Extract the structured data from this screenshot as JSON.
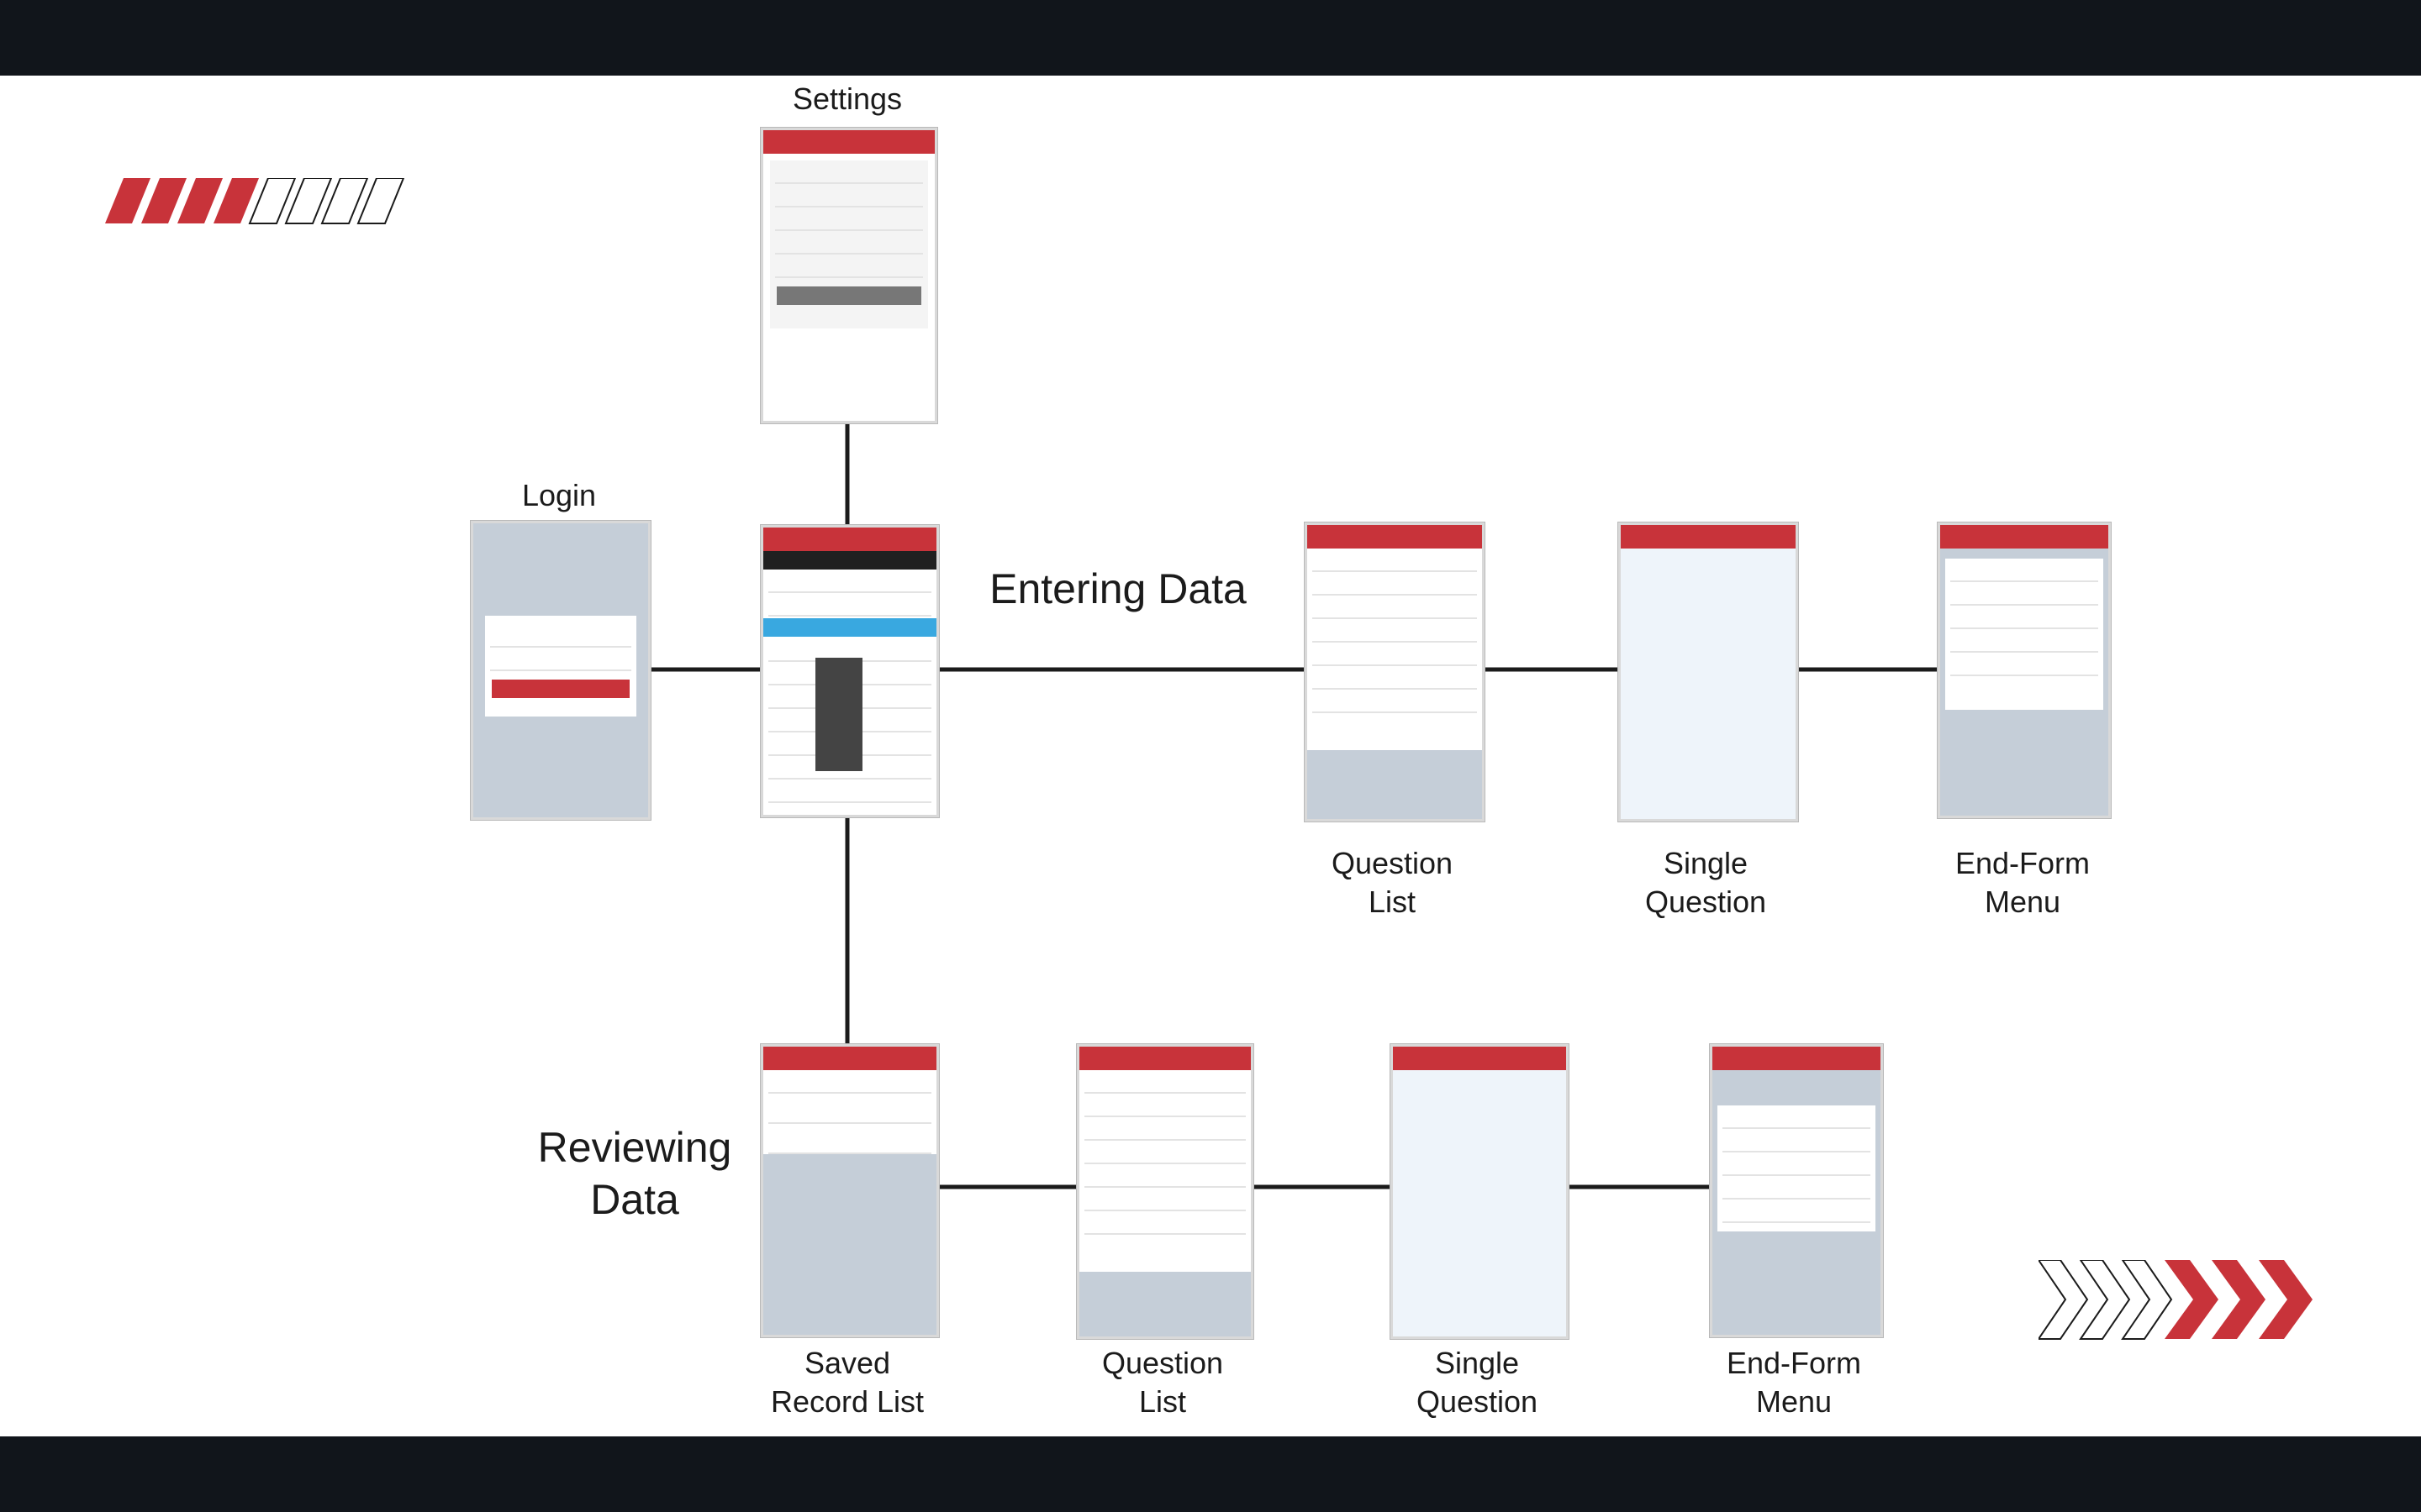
{
  "diagram": {
    "headings": {
      "entering": "Entering Data",
      "reviewing": "Reviewing Data"
    },
    "screens": [
      {
        "id": "settings",
        "label": "Settings"
      },
      {
        "id": "login",
        "label": "Login"
      },
      {
        "id": "hub",
        "label": ""
      },
      {
        "id": "question-list-1",
        "label": "Question\nList"
      },
      {
        "id": "single-question-1",
        "label": "Single\nQuestion"
      },
      {
        "id": "end-form-menu-1",
        "label": "End-Form\nMenu"
      },
      {
        "id": "saved-record-list",
        "label": "Saved\nRecord List"
      },
      {
        "id": "question-list-2",
        "label": "Question\nList"
      },
      {
        "id": "single-question-2",
        "label": "Single\nQuestion"
      },
      {
        "id": "end-form-menu-2",
        "label": "End-Form\nMenu"
      }
    ],
    "edges": [
      [
        "hub",
        "settings"
      ],
      [
        "login",
        "hub"
      ],
      [
        "hub",
        "question-list-1"
      ],
      [
        "question-list-1",
        "single-question-1"
      ],
      [
        "single-question-1",
        "end-form-menu-1"
      ],
      [
        "hub",
        "saved-record-list"
      ],
      [
        "saved-record-list",
        "question-list-2"
      ],
      [
        "question-list-2",
        "single-question-2"
      ],
      [
        "single-question-2",
        "end-form-menu-2"
      ]
    ]
  },
  "theme": {
    "accent": "#c8333a",
    "band": "#11151b",
    "screen_background": "#c5ced8"
  },
  "decorations": {
    "left": "slash-stripes-icon",
    "right": "chevrons-icon"
  }
}
